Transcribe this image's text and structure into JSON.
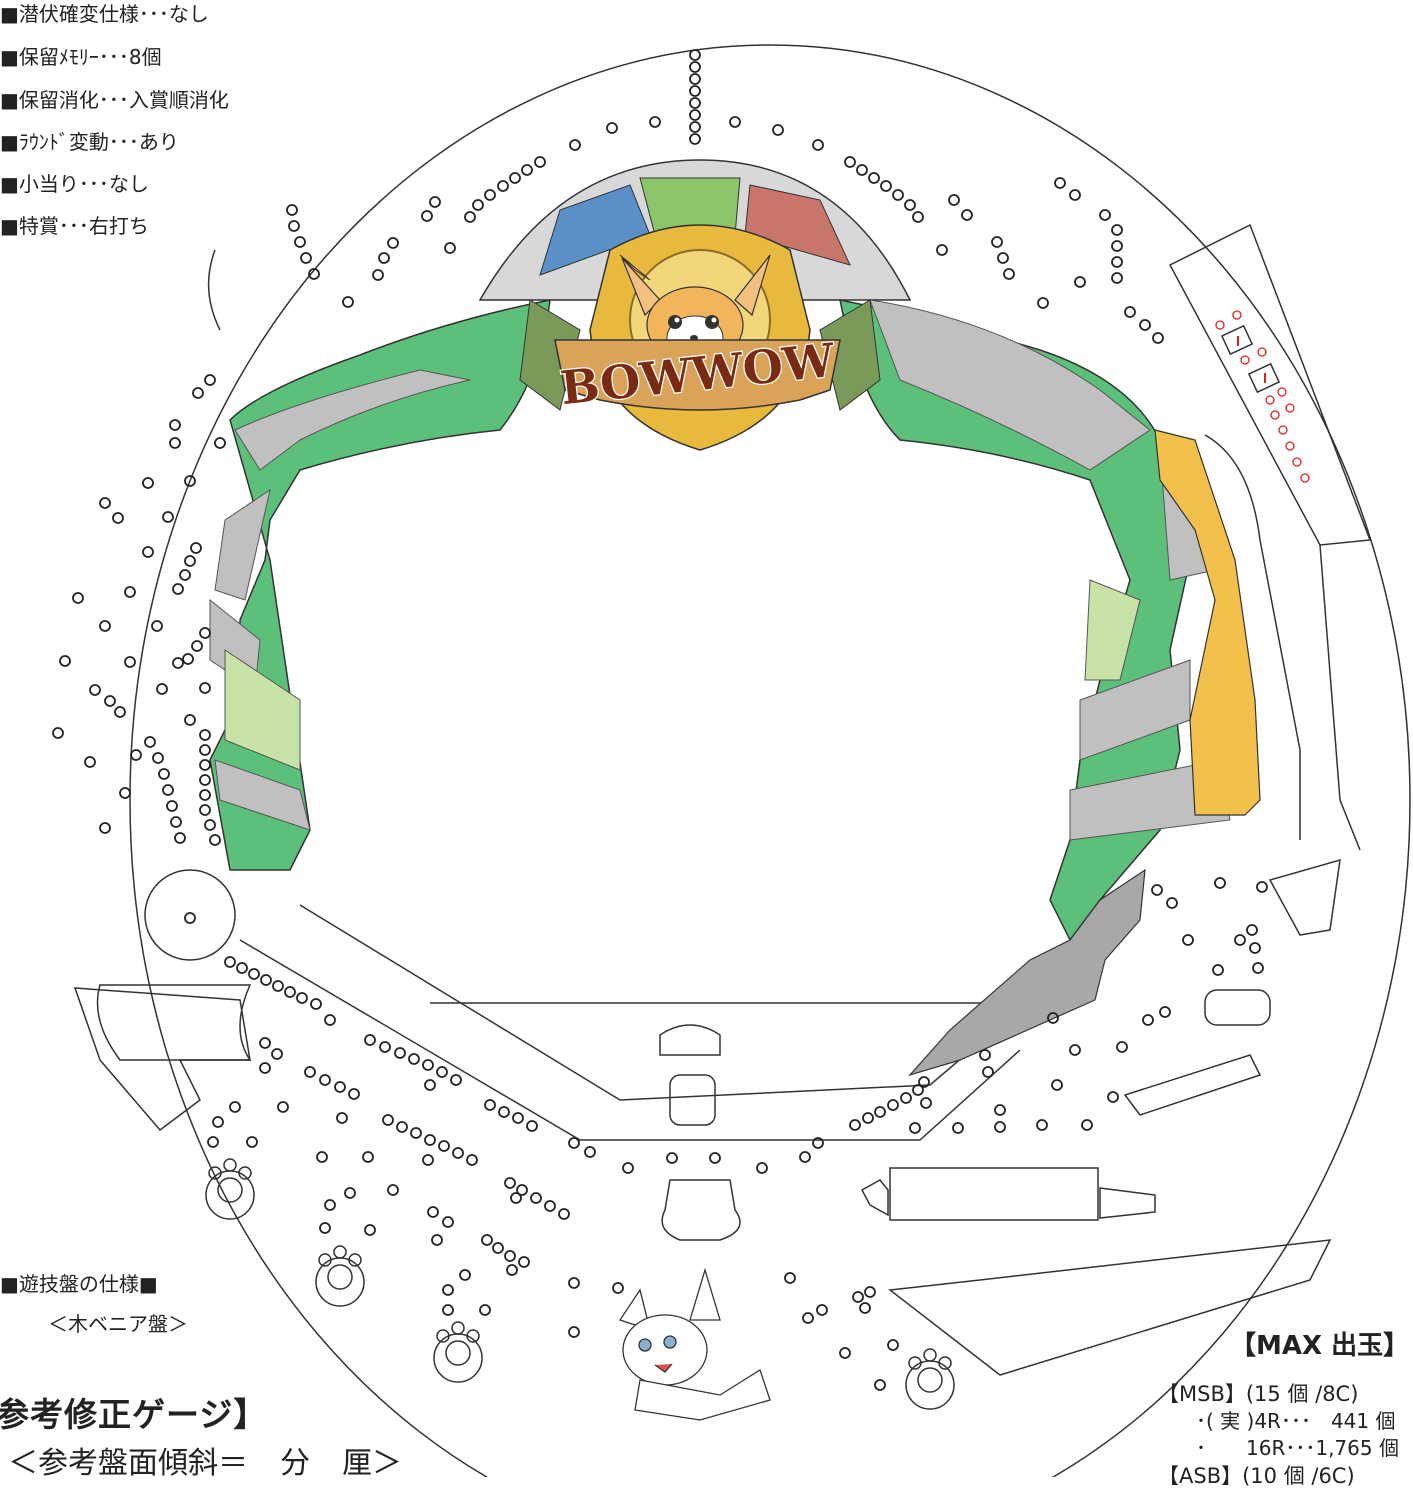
{
  "specs": [
    "■潜伏確変仕様･･･なし",
    "■保留ﾒﾓﾘｰ･･･8個",
    "■保留消化･･･入賞順消化",
    "■ﾗｳﾝﾄﾞ変動･･･あり",
    "■小当り･･･なし",
    "■特賞･･･右打ち"
  ],
  "board_spec_title": "■遊技盤の仕様■",
  "board_type": "＜木ベニア盤＞",
  "gauge_title": "参考修正ゲージ】",
  "incline_label": "＜参考盤面傾斜＝",
  "incline_unit_1": "分",
  "incline_unit_2": "厘＞",
  "max_payout_title": "【MAX 出玉】",
  "msb_title": "【MSB】(15 個 /8C)",
  "msb_row_1": "･( 実 )4R･･･　441 個",
  "msb_row_2": "･　　16R･･･1,765 個",
  "asb_title": "【ASB】(10 個 /6C)",
  "logo_text": "BOWWOW",
  "colors": {
    "outline": "#333333",
    "green": "#5cc07a",
    "light_green": "#c8e3a8",
    "silver": "#bfbfbf",
    "blue_segment": "#5b8fc7",
    "green_segment": "#8cc46a",
    "red_segment": "#c9766a",
    "gold_frame": "#e7b93c",
    "yellow_rail": "#f2c04b",
    "gray_chute": "#a8a8a8",
    "lamp_red": "#e02020",
    "logo_brown": "#7a2a12"
  },
  "icons": {
    "character_top": "chihuahua-icon",
    "character_bottom": "puppy-icon",
    "paw": "paw-print-icon"
  }
}
